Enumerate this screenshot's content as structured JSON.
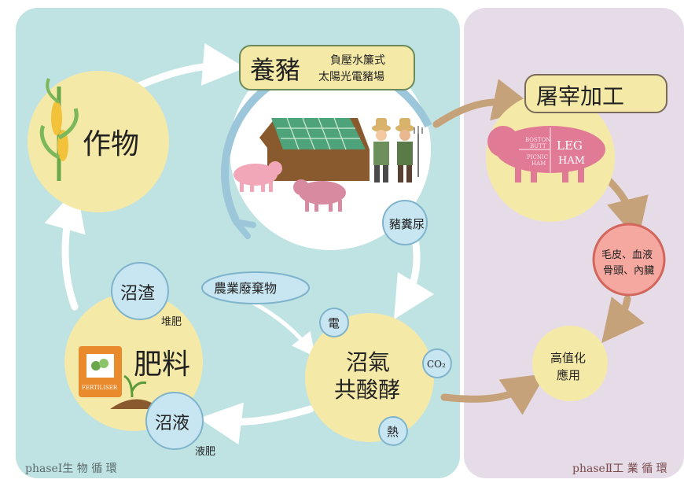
{
  "phase1": {
    "label": "phaseⅠ生 物 循 環"
  },
  "phase2": {
    "label": "phaseⅡ工 業 循 環"
  },
  "pig_farm": {
    "title": "養豬",
    "sub1": "負壓水簾式",
    "sub2": "太陽光電豬場"
  },
  "crops": {
    "title": "作物"
  },
  "fertilizer": {
    "title": "肥料",
    "bag_text": "FERTILISER"
  },
  "biogas": {
    "title1": "沼氣",
    "title2": "共酸酵"
  },
  "slaughter": {
    "title": "屠宰加工",
    "cuts": {
      "boston": "BOSTON",
      "butt": "BUTT",
      "picnic": "PICNIC",
      "ham_small": "HAM",
      "leg": "LEG",
      "ham": "HAM"
    }
  },
  "manure": {
    "label": "豬糞尿"
  },
  "agri_waste": {
    "label": "農業廢棄物"
  },
  "residue": {
    "label": "沼渣",
    "note": "堆肥"
  },
  "liquid": {
    "label": "沼液",
    "note": "液肥"
  },
  "electricity": {
    "label": "電"
  },
  "co2": {
    "label": "CO₂"
  },
  "heat": {
    "label": "熱"
  },
  "byproducts": {
    "line1": "毛皮、血液",
    "line2": "骨頭、內臟"
  },
  "high_value": {
    "line1": "高值化",
    "line2": "應用"
  },
  "colors": {
    "teal_panel": "#bfe3e3",
    "lavender_panel": "#e6dce8",
    "cream": "#f5e9a8",
    "blue_bubble": "#c8e6f2",
    "arrow_white": "#ffffff",
    "arrow_tan": "#c6a27a",
    "ring_blue": "#9cc6d9"
  }
}
